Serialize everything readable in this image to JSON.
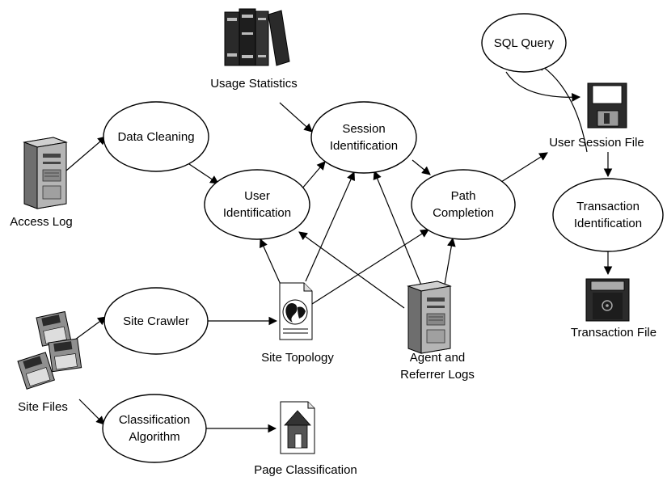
{
  "nodes": {
    "usage_statistics": "Usage Statistics",
    "data_cleaning": "Data Cleaning",
    "session_identification": [
      "Session",
      "Identification"
    ],
    "user_identification": [
      "User",
      "Identification"
    ],
    "path_completion": [
      "Path",
      "Completion"
    ],
    "sql_query": "SQL Query",
    "user_session_file": "User Session File",
    "transaction_identification": [
      "Transaction",
      "Identification"
    ],
    "transaction_file": "Transaction File",
    "access_log": "Access Log",
    "site_crawler": "Site Crawler",
    "site_topology": "Site Topology",
    "agent_referrer_logs": [
      "Agent and",
      "Referrer Logs"
    ],
    "site_files": "Site Files",
    "classification_algorithm": [
      "Classification",
      "Algorithm"
    ],
    "page_classification": "Page Classification"
  },
  "icons": {
    "usage_statistics": "books-icon",
    "access_log": "server-tower-icon",
    "user_session_file": "floppy-disk-icon",
    "transaction_file": "floppy-disk-icon",
    "site_topology": "document-globe-icon",
    "agent_referrer_logs": "server-tower-icon",
    "site_files": "floppy-disks-icon",
    "page_classification": "document-house-icon"
  },
  "colors": {
    "line": "#000000",
    "icon_fill": "#888888",
    "icon_dark": "#222222"
  }
}
